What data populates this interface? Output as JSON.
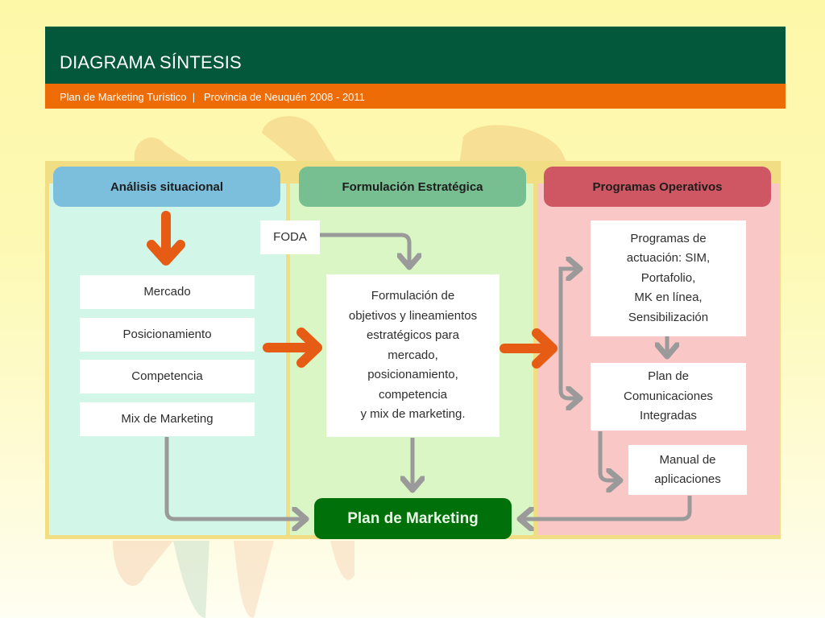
{
  "header": {
    "title": "DIAGRAMA SÍNTESIS",
    "subtitle": "Plan de Marketing Turístico  |   Provincia de Neuquén 2008 - 2011"
  },
  "colors": {
    "header_green": "#03573a",
    "subheader_orange": "#ee6c05",
    "orange_arrow": "#e65c14",
    "gray_connector": "#9a9a9a",
    "plan_green": "#00700a"
  },
  "columns": [
    {
      "title": "Análisis situacional",
      "header_color": "#7cbfdc",
      "background": "#d2f7e8",
      "items": [
        "Mercado",
        "Posicionamiento",
        "Competencia",
        "Mix de Marketing"
      ]
    },
    {
      "title": "Formulación Estratégica",
      "header_color": "#77bf90",
      "background": "#daf6c4",
      "input": "FODA",
      "main_box": [
        "Formulación de",
        "objetivos y lineamientos",
        "estratégicos para",
        "mercado,",
        "posicionamiento,",
        "competencia",
        "y mix de marketing."
      ]
    },
    {
      "title": "Programas Operativos",
      "header_color": "#cf5763",
      "background": "#f9c7c6",
      "programs": [
        "Programas de",
        "actuación: SIM,",
        "Portafolio,",
        "MK en línea,",
        "Sensibilización"
      ],
      "communications": [
        "Plan de",
        "Comunicaciones",
        "Integradas"
      ],
      "manual": [
        "Manual de",
        "aplicaciones"
      ]
    }
  ],
  "output": {
    "label": "Plan de Marketing"
  }
}
